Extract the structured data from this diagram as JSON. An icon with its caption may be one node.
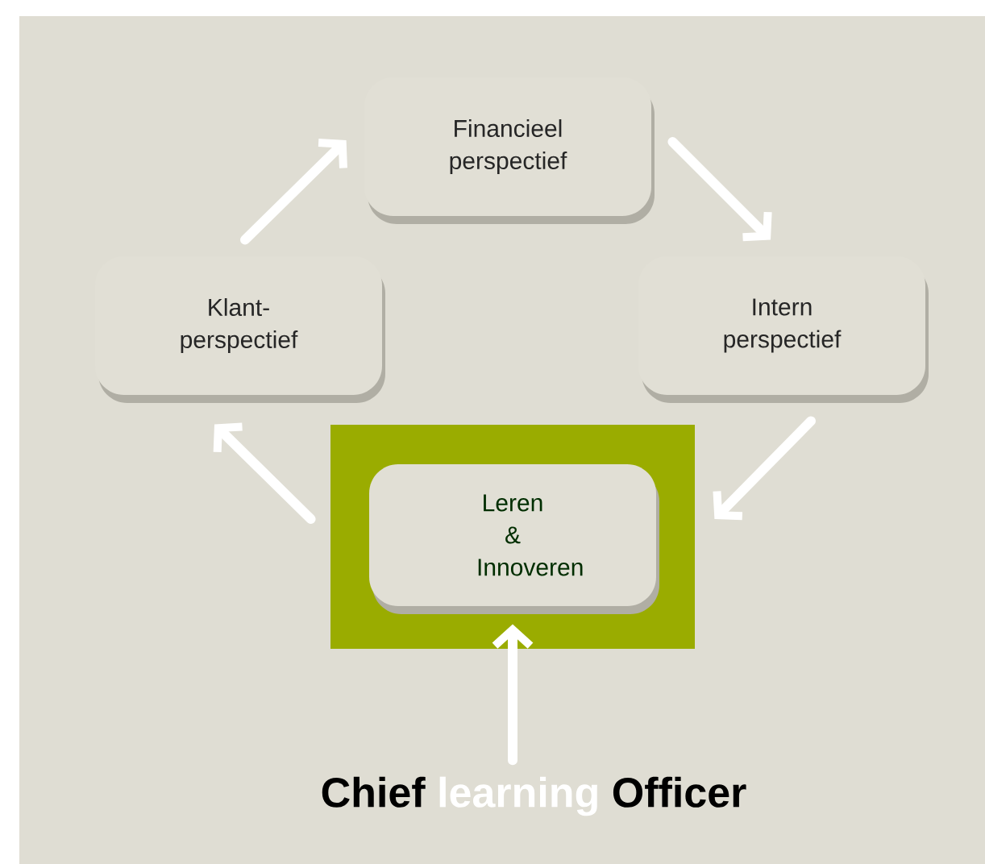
{
  "diagram": {
    "nodes": [
      {
        "text": [
          "Financieel perspectief"
        ]
      },
      {
        "text": [
          "Intern perspectief"
        ]
      },
      {
        "text": [],
        "shape": "box"
      },
      {
        "text": [
          "Leren & Innoveren"
        ],
        "in": 2
      },
      {
        "text": [
          "Klant- perspectief"
        ]
      },
      {
        "text": [
          "Chief",
          "learning",
          "Officer"
        ]
      }
    ],
    "edges": [
      {
        "from": 4,
        "to": 0,
        "arrow": "to"
      },
      {
        "from": 0,
        "to": 1,
        "arrow": "to"
      },
      {
        "from": 1,
        "to": 2,
        "arrow": "to"
      },
      {
        "from": 2,
        "to": 4,
        "arrow": "to"
      },
      {
        "from": 5,
        "to": 3,
        "arrow": "to"
      }
    ]
  }
}
